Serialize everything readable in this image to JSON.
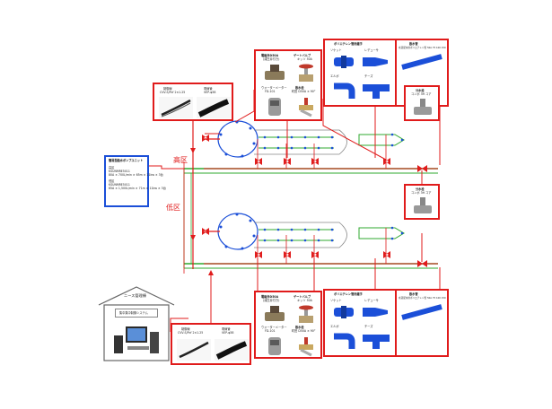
{
  "zones": {
    "high": "高区",
    "low": "低区"
  },
  "pump_unit": {
    "title": "簡易型給水ポンプユニット",
    "high": {
      "label": "高区",
      "model": "KSUNMRE5011",
      "spec": "80A × 700L/min × 65m × 11kw × 3台"
    },
    "low": {
      "label": "低区",
      "model": "KSUNMRE5011",
      "spec": "65A × 1,500L/min × 71m × 11kw × 3台"
    }
  },
  "center": {
    "label": "ニース管理棟",
    "system": "集中集中制御システム"
  },
  "cables": [
    {
      "name": "制御線",
      "spec": "CVV-S/Pcf 2×1.25"
    },
    {
      "name": "電線管",
      "spec": "VEP-φ38"
    }
  ],
  "valves": {
    "solenoid": "電磁弁D50A",
    "solenoid_sub": "(減圧弁付き)",
    "gate": "ゲートバルブ",
    "gate_size": "キッツ 50A",
    "transmitter": "ウォーターメーター",
    "transmitter_model": "FD-101",
    "strainer": "散水栓",
    "strainer_spec": "町田 D50A × 90°"
  },
  "fittings": {
    "title": "ポリエチレン管用継手",
    "socket": "ソケット",
    "reducer": "レデューサ",
    "elbow": "エルボ",
    "tee": "チーズ",
    "pipe": "散水管",
    "pipe_spec": "水道配水用ポリエチレン管 50A 75 100 150",
    "branch": "分水栓",
    "branch_model": "コンポ 3H コア"
  },
  "colors": {
    "red": "#e01b1b",
    "blue": "#1b4fd8",
    "green": "#2fa82f",
    "purple": "#7a3fc4"
  }
}
